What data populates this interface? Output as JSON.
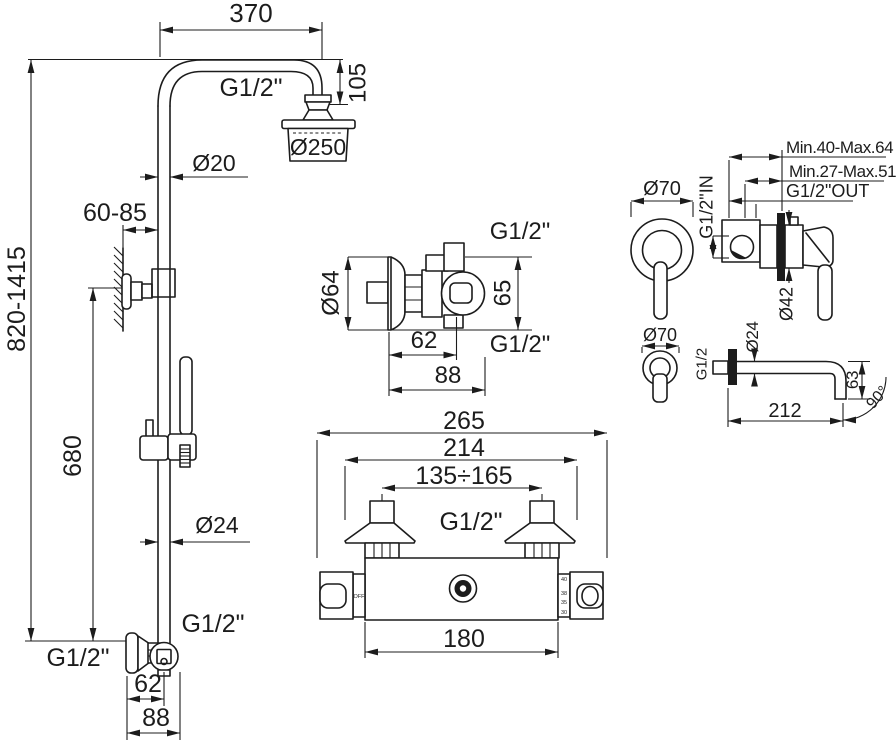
{
  "drawing": {
    "column": {
      "top_width": "370",
      "arm_thread": "G1/2\"",
      "head_drop": "105",
      "head_diameter": "Ø250",
      "pipe_upper": "Ø20",
      "bracket_offset": "60-85",
      "total_height": "820-1415",
      "lower_height": "680",
      "pipe_lower": "Ø24",
      "elbow_thread": "G1/2\"",
      "inlet_thread": "G1/2\"",
      "elbow_center": "62",
      "elbow_total": "88"
    },
    "mixer": {
      "top_thread": "G1/2\"",
      "escutcheon_diameter": "Ø64",
      "port_offset": "65",
      "bottom_thread": "G1/2\"",
      "center_depth": "62",
      "total_depth": "88"
    },
    "thermostat": {
      "total_width": "265",
      "union_width": "214",
      "centers_range": "135÷165",
      "union_thread": "G1/2\"",
      "body_width": "180",
      "off_label": "OFF",
      "temp_marks": [
        "40",
        "38",
        "35",
        "30"
      ]
    },
    "concealed": {
      "escutcheon_diameter": "Ø70",
      "depth_total": "Min.40-Max.64",
      "depth_inner": "Min.27-Max.51",
      "outlet_thread": "G1/2\"OUT",
      "inlet_thread": "G1/2\"IN",
      "flange_diameter": "Ø42"
    },
    "spout": {
      "escutcheon_diameter": "Ø70",
      "inlet_thread": "G1/2",
      "tube_diameter": "Ø24",
      "length": "212",
      "drop": "63",
      "bend_angle": "90°"
    }
  }
}
